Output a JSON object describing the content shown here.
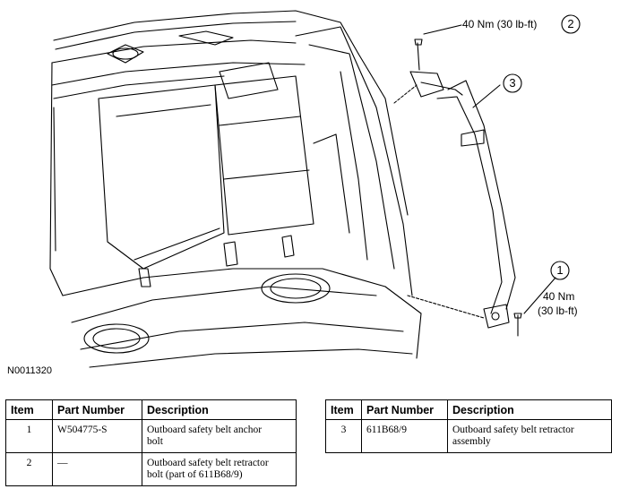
{
  "figure": {
    "figure_id": "N0011320",
    "callouts": [
      {
        "number": "1",
        "torque_line1": "40 Nm",
        "torque_line2": "(30 lb-ft)"
      },
      {
        "number": "2",
        "torque": "40 Nm (30 lb-ft)"
      },
      {
        "number": "3"
      }
    ]
  },
  "tables": {
    "headers": {
      "item": "Item",
      "part_number": "Part Number",
      "description": "Description"
    },
    "left": [
      {
        "item": "1",
        "part_number": "W504775-S",
        "description_line1": "Outboard safety belt anchor",
        "description_line2": "bolt"
      },
      {
        "item": "2",
        "part_number": "—",
        "description_line1": "Outboard safety belt retractor",
        "description_line2": "bolt (part of 611B68/9)"
      }
    ],
    "right": [
      {
        "item": "3",
        "part_number": "611B68/9",
        "description_line1": "Outboard safety belt retractor",
        "description_line2": "assembly"
      }
    ]
  }
}
